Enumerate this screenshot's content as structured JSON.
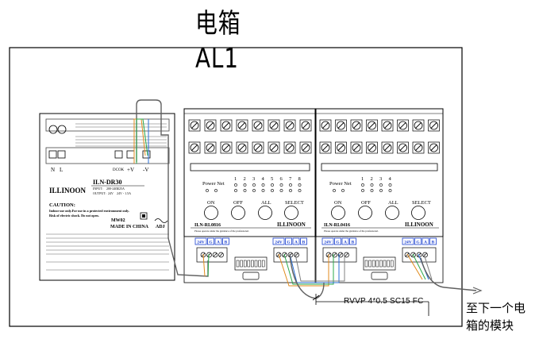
{
  "title": "电箱AL1",
  "power_supply": {
    "brand": "ILLINOON",
    "model": "ILN-DR30",
    "input_label": "INPUT:",
    "input_value": "200-240V",
    "output_label": "OUTPUT:",
    "output_value": "24V",
    "current_value": "1.25A",
    "current_sub": "24V - 1.5A",
    "caution_title": "CAUTION:",
    "caution_line1": "Indoor use only.For use in a protected environment only.",
    "caution_line2": "Risk of electric shock. Do not open.",
    "term_n": "N",
    "term_l": "L",
    "term_dcok": "DCOK",
    "term_plus": "+V",
    "term_minus": "-V",
    "code": "MW02",
    "made_in": "MADE IN CHINA",
    "adj": "ADJ"
  },
  "module_a": {
    "power_net": "Power Net",
    "channels": [
      "1",
      "2",
      "3",
      "4",
      "5",
      "6",
      "7",
      "8"
    ],
    "btn_on": "ON",
    "btn_off": "OFF",
    "btn_all": "ALL",
    "btn_select": "SELECT",
    "model": "ILN-RL0816",
    "brand": "ILLINOON",
    "warning": "Please operate under the guidance of the professional."
  },
  "module_b": {
    "power_net": "Power Net",
    "channels": [
      "1",
      "2",
      "3",
      "4"
    ],
    "btn_on": "ON",
    "btn_off": "OFF",
    "btn_all": "ALL",
    "btn_select": "SELECT",
    "model": "ILN-RL0416",
    "brand": "ILLINOON",
    "warning": "Please operate under the guidance of the professional."
  },
  "bus_labels": [
    "24V",
    "G",
    "A",
    "B"
  ],
  "cable_label": "RVVP 4*0.5  SC15 FC",
  "destination_note_line1": "至下一个电",
  "destination_note_line2": "箱的模块",
  "colors": {
    "wire_orange": "#e08a1c",
    "wire_green": "#2aa84a",
    "wire_blue": "#2a6fd6",
    "wire_gray": "#606060",
    "label_blue": "#1a3fd0"
  }
}
